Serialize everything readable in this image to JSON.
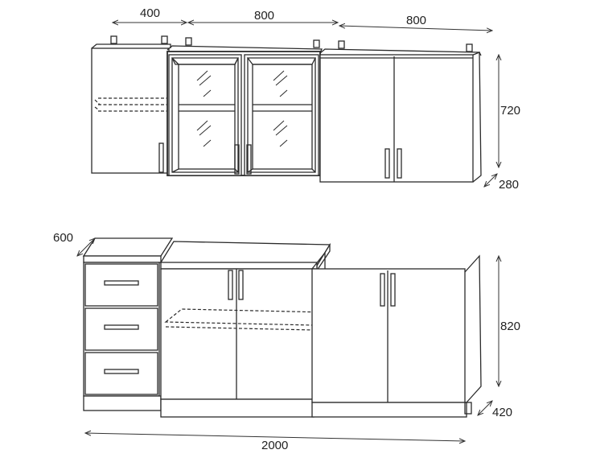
{
  "dimensions": {
    "upper_width_1": "400",
    "upper_width_2": "800",
    "upper_width_3": "800",
    "upper_height": "720",
    "upper_depth": "280",
    "lower_depth_left": "600",
    "lower_height": "820",
    "lower_depth_right": "420",
    "total_width": "2000"
  }
}
